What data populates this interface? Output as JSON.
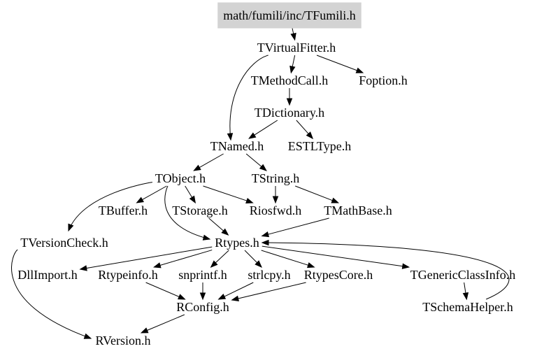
{
  "root": "math/fumili/inc/TFumili.h",
  "colors": {
    "root_fill": "#d3d3d3",
    "edge": "#000000",
    "background": "#ffffff"
  },
  "nodes": {
    "TFumili": "math/fumili/inc/TFumili.h",
    "TVirtualFitter": "TVirtualFitter.h",
    "TMethodCall": "TMethodCall.h",
    "Foption": "Foption.h",
    "TDictionary": "TDictionary.h",
    "TNamed": "TNamed.h",
    "ESTLType": "ESTLType.h",
    "TObject": "TObject.h",
    "TString": "TString.h",
    "TBuffer": "TBuffer.h",
    "TStorage": "TStorage.h",
    "Riosfwd": "Riosfwd.h",
    "TMathBase": "TMathBase.h",
    "TVersionCheck": "TVersionCheck.h",
    "Rtypes": "Rtypes.h",
    "DllImport": "DllImport.h",
    "Rtypeinfo": "Rtypeinfo.h",
    "snprintf": "snprintf.h",
    "strlcpy": "strlcpy.h",
    "RtypesCore": "RtypesCore.h",
    "TGenericClassInfo": "TGenericClassInfo.h",
    "RConfig": "RConfig.h",
    "TSchemaHelper": "TSchemaHelper.h",
    "RVersion": "RVersion.h"
  },
  "edges": [
    [
      "TFumili",
      "TVirtualFitter"
    ],
    [
      "TVirtualFitter",
      "TMethodCall"
    ],
    [
      "TVirtualFitter",
      "Foption"
    ],
    [
      "TVirtualFitter",
      "TNamed"
    ],
    [
      "TMethodCall",
      "TDictionary"
    ],
    [
      "TDictionary",
      "TNamed"
    ],
    [
      "TDictionary",
      "ESTLType"
    ],
    [
      "TNamed",
      "TObject"
    ],
    [
      "TNamed",
      "TString"
    ],
    [
      "TObject",
      "TBuffer"
    ],
    [
      "TObject",
      "TStorage"
    ],
    [
      "TObject",
      "Riosfwd"
    ],
    [
      "TObject",
      "TVersionCheck"
    ],
    [
      "TObject",
      "Rtypes"
    ],
    [
      "TString",
      "Riosfwd"
    ],
    [
      "TString",
      "TMathBase"
    ],
    [
      "TStorage",
      "Rtypes"
    ],
    [
      "TMathBase",
      "Rtypes"
    ],
    [
      "Rtypes",
      "DllImport"
    ],
    [
      "Rtypes",
      "Rtypeinfo"
    ],
    [
      "Rtypes",
      "snprintf"
    ],
    [
      "Rtypes",
      "strlcpy"
    ],
    [
      "Rtypes",
      "RtypesCore"
    ],
    [
      "Rtypes",
      "TGenericClassInfo"
    ],
    [
      "Rtypeinfo",
      "RConfig"
    ],
    [
      "snprintf",
      "RConfig"
    ],
    [
      "strlcpy",
      "RConfig"
    ],
    [
      "RtypesCore",
      "RConfig"
    ],
    [
      "TGenericClassInfo",
      "TSchemaHelper"
    ],
    [
      "TSchemaHelper",
      "Rtypes"
    ],
    [
      "RConfig",
      "RVersion"
    ],
    [
      "TVersionCheck",
      "RVersion"
    ]
  ]
}
